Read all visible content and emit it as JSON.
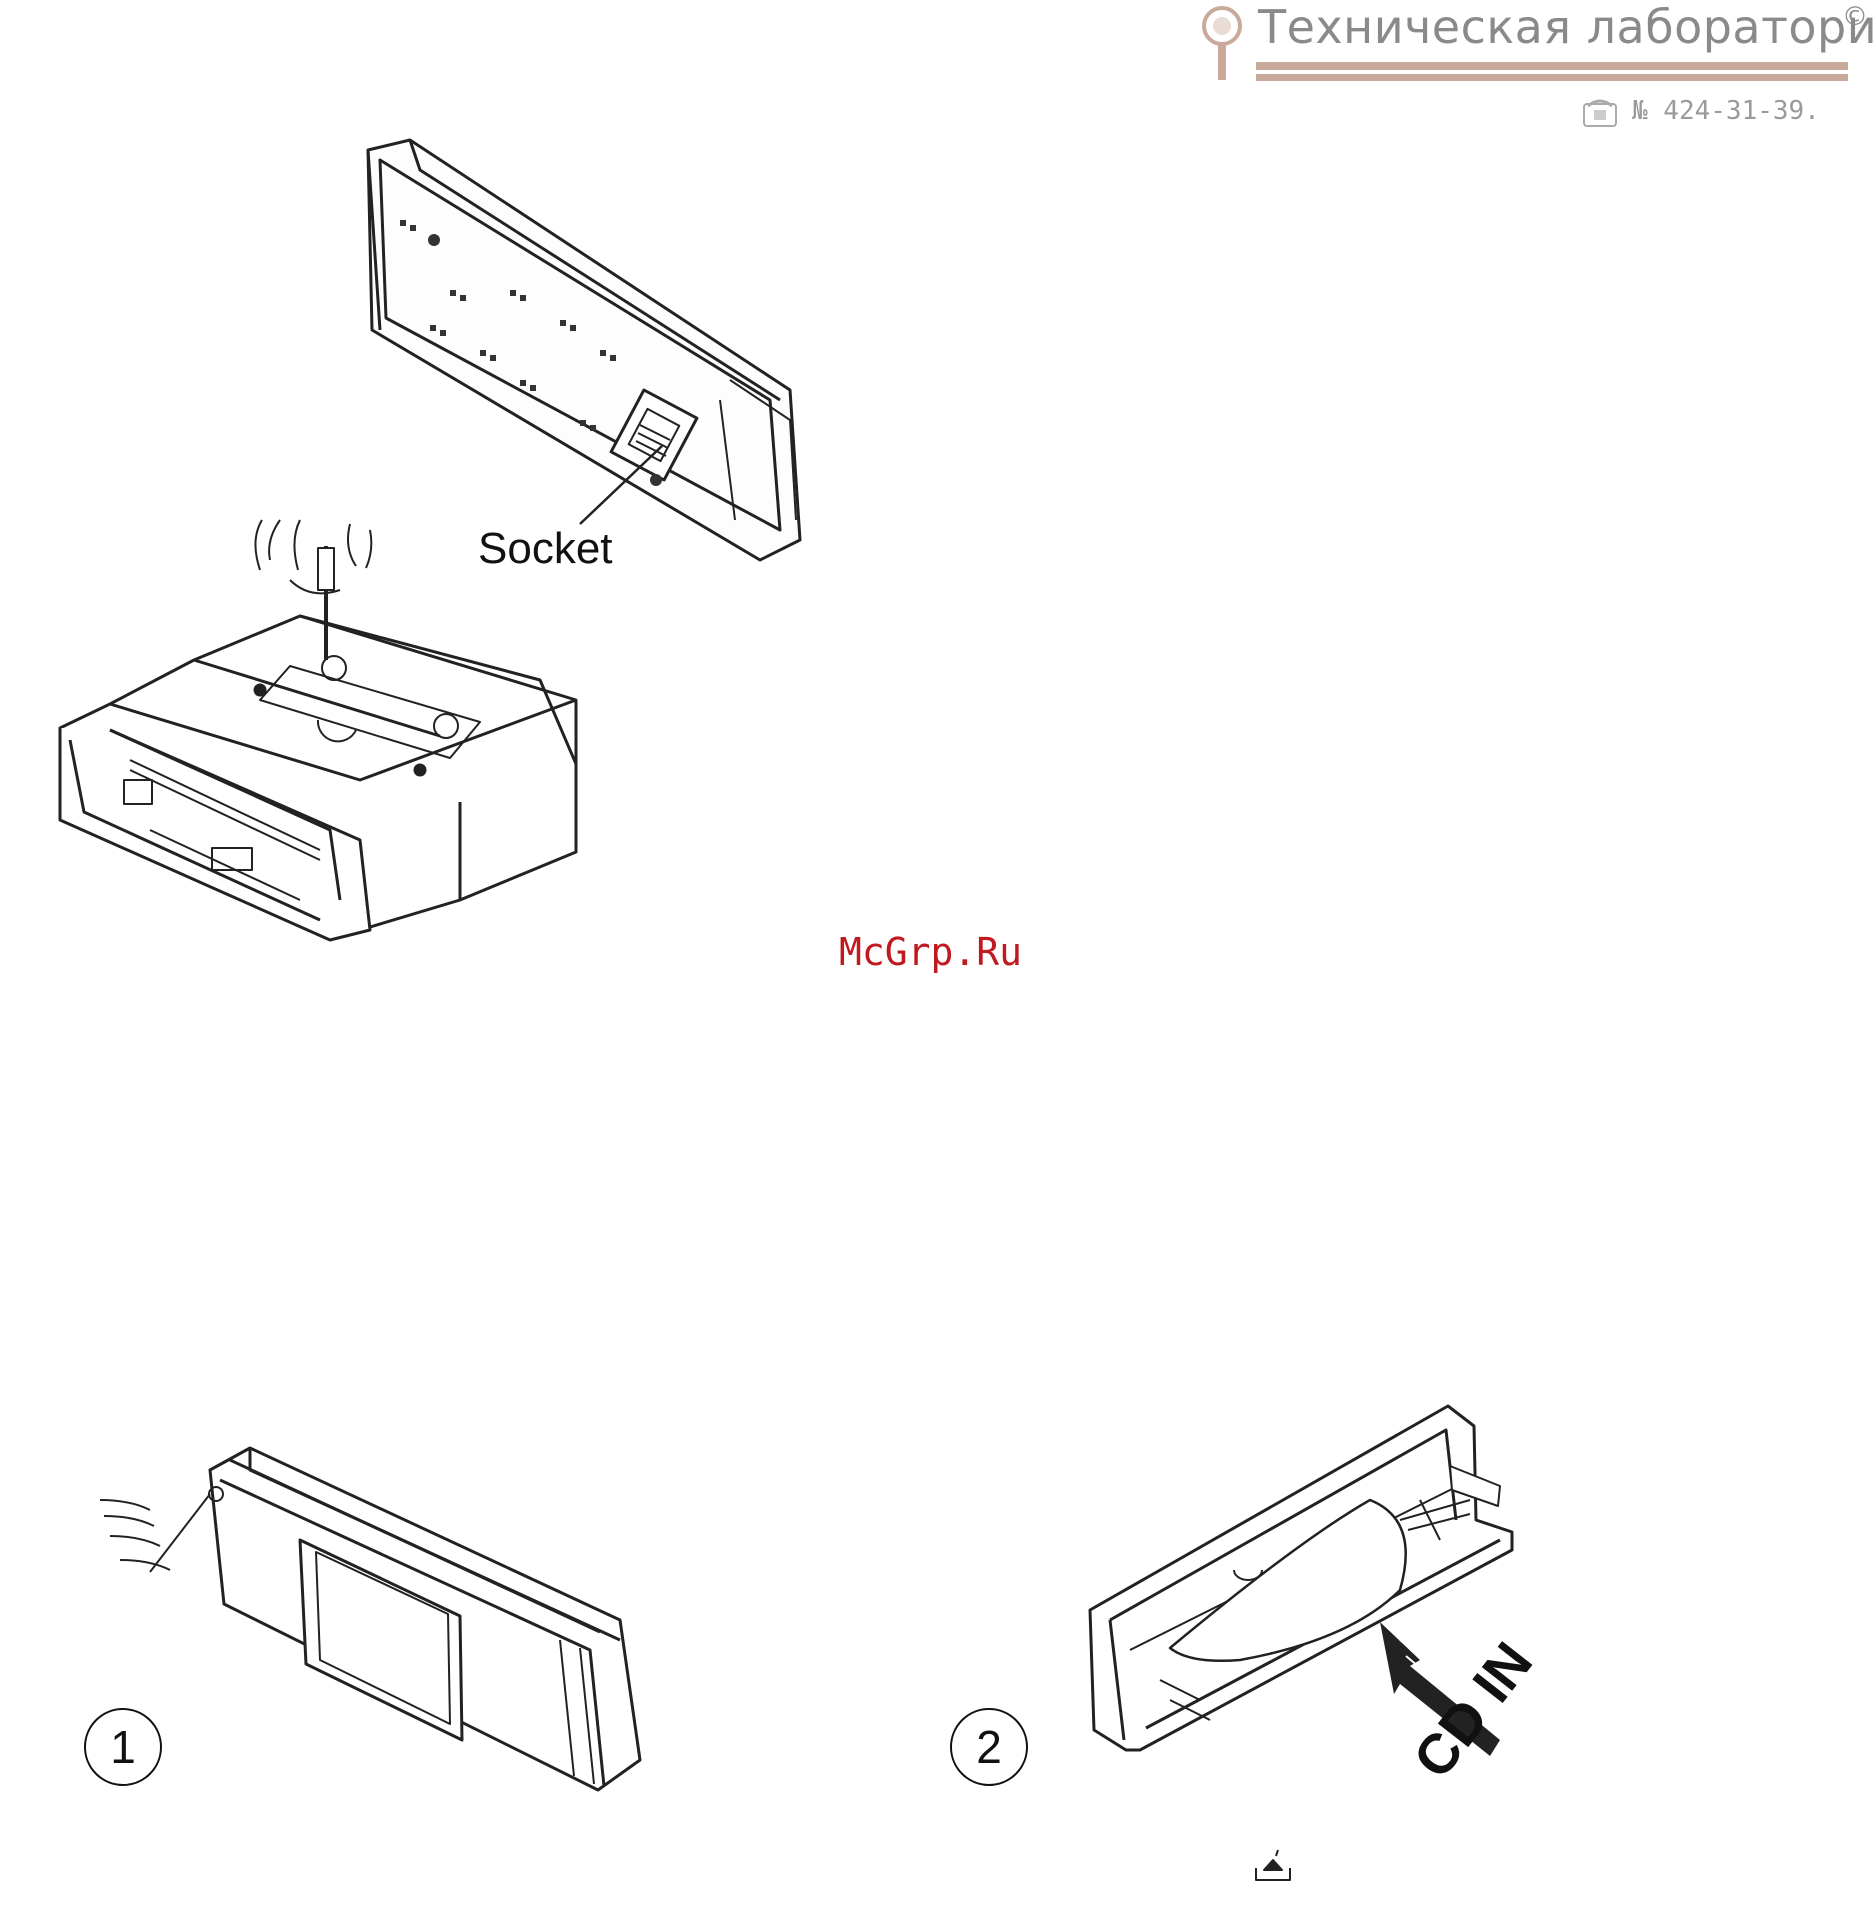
{
  "watermark": {
    "title": "Техническая лаборатория",
    "copyright": "©",
    "phone": "№ 424-31-39."
  },
  "site": "McGrp.Ru",
  "labels": {
    "socket": "Socket",
    "step1": "1",
    "step2": "2",
    "cd_in": "CD IN"
  },
  "icons": [
    "key-icon",
    "phone-icon",
    "eject-icon"
  ]
}
